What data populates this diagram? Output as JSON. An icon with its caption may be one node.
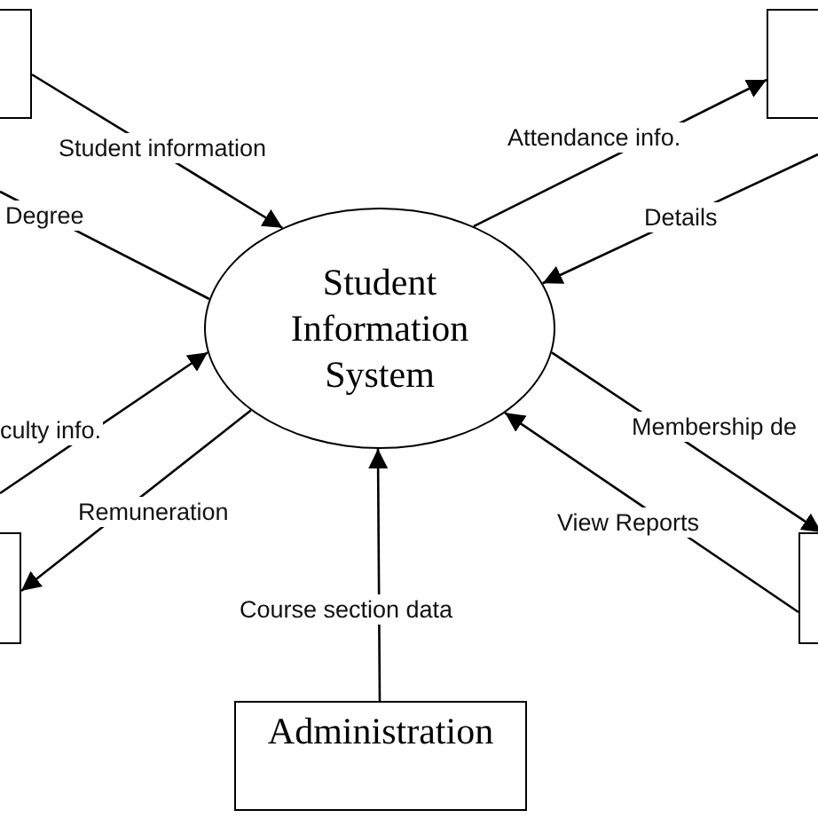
{
  "diagram": {
    "nodes": [
      {
        "text": [],
        "shape": "box"
      },
      {
        "text": [],
        "shape": "box"
      },
      {
        "text": [
          "Student Information System"
        ]
      },
      {
        "text": [],
        "shape": "box"
      },
      {
        "text": [],
        "shape": "box"
      },
      {
        "text": [
          "Administration"
        ]
      }
    ],
    "edges": [
      {
        "from": 0,
        "to": 2,
        "arrow": "to",
        "label": "Student information"
      },
      {
        "from": 2,
        "to": null,
        "arrow": "none",
        "label": "Degree"
      },
      {
        "from": null,
        "to": 2,
        "arrow": "to",
        "label": "culty info."
      },
      {
        "from": 2,
        "to": 3,
        "arrow": "to",
        "label": "Remuneration"
      },
      {
        "from": 5,
        "to": 2,
        "arrow": "to",
        "label": "Course section data"
      },
      {
        "from": 4,
        "to": 2,
        "arrow": "to",
        "label": "View Reports"
      },
      {
        "from": 2,
        "to": 4,
        "arrow": "to",
        "label": "Membership de"
      },
      {
        "from": null,
        "to": 2,
        "arrow": "to",
        "label": "Details"
      },
      {
        "from": 2,
        "to": 1,
        "arrow": "to",
        "label": "Attendance info."
      }
    ]
  }
}
